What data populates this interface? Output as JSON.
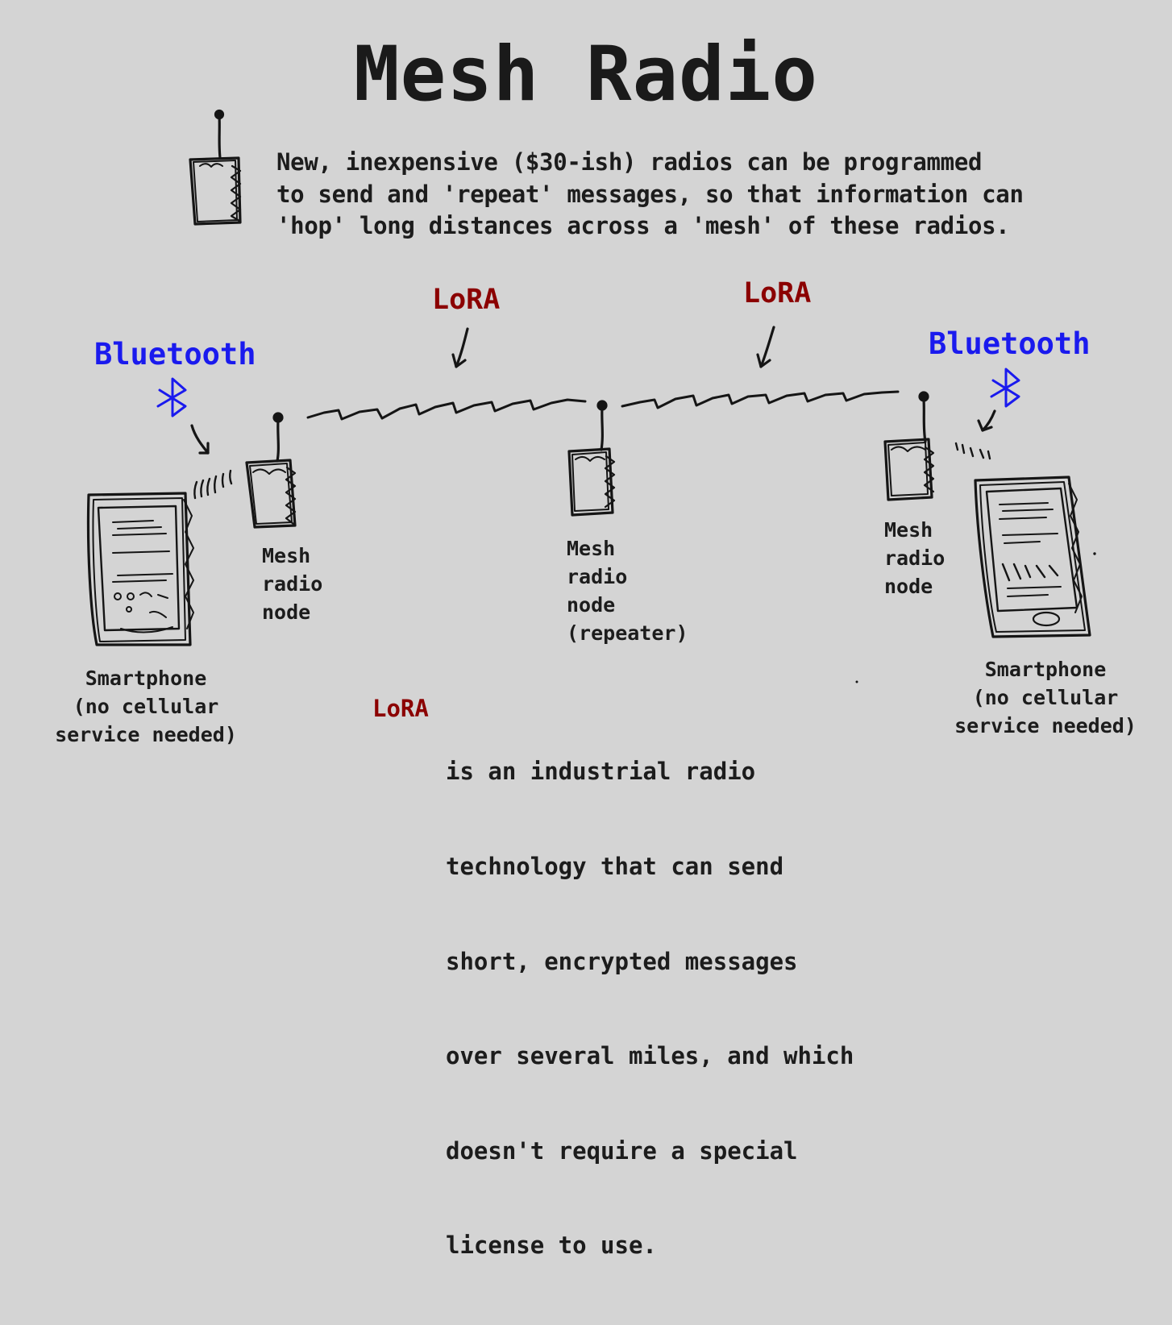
{
  "title": "Mesh Radio",
  "intro": {
    "lines": [
      "New, inexpensive ($30-ish) radios can be programmed",
      "to send and 'repeat' messages, so that information can",
      "'hop' long distances across a 'mesh' of these radios."
    ]
  },
  "labels": {
    "lora_left": "LoRA",
    "lora_right": "LoRA",
    "bluetooth_left": "Bluetooth",
    "bluetooth_right": "Bluetooth"
  },
  "nodes": {
    "left": [
      "Mesh",
      "radio",
      "node"
    ],
    "middle": [
      "Mesh",
      "radio",
      "node",
      "(repeater)"
    ],
    "right": [
      "Mesh",
      "radio",
      "node"
    ]
  },
  "phones": {
    "left": [
      "Smartphone",
      "(no cellular",
      "service needed)"
    ],
    "right": [
      "Smartphone",
      "(no cellular",
      "service needed)"
    ]
  },
  "lora_note": {
    "keyword": "LoRA",
    "lines": [
      "is an industrial radio",
      "technology that can send",
      "short, encrypted messages",
      "over several miles, and which",
      "doesn't require a special",
      "license to use."
    ]
  },
  "colors": {
    "background": "#d4d4d4",
    "ink": "#1c1c1c",
    "lora": "#8b0000",
    "bluetooth": "#1a1aee"
  },
  "icons": [
    "radio-icon",
    "bluetooth-icon",
    "smartphone-icon",
    "arrow-icon",
    "signal-waves-icon",
    "zigzag-link"
  ]
}
